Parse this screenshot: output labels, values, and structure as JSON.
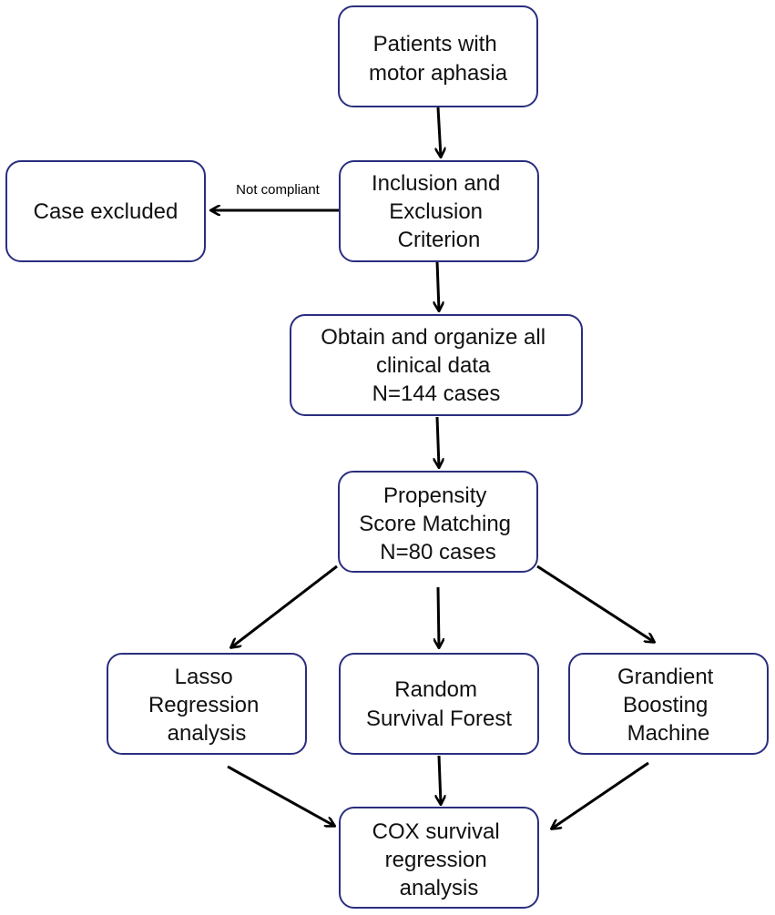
{
  "nodes": {
    "patients": {
      "lines": [
        "Patients with",
        "motor aphasia"
      ]
    },
    "criteria": {
      "lines": [
        "Inclusion and",
        "Exclusion",
        "Criterion"
      ]
    },
    "excluded": {
      "lines": [
        "Case excluded"
      ]
    },
    "clinical": {
      "lines": [
        "Obtain and organize all",
        "clinical data",
        "N=144 cases"
      ]
    },
    "psm": {
      "lines": [
        "Propensity",
        "Score Matching",
        "N=80 cases"
      ]
    },
    "lasso": {
      "lines": [
        "Lasso",
        "Regression",
        "analysis"
      ]
    },
    "rsf": {
      "lines": [
        "Random",
        "Survival Forest"
      ]
    },
    "gbm": {
      "lines": [
        "Grandient",
        "Boosting",
        "Machine"
      ]
    },
    "cox": {
      "lines": [
        "COX survival",
        "regression",
        "analysis"
      ]
    }
  },
  "edges": {
    "not_compliant_label": "Not compliant"
  },
  "colors": {
    "box_border": "#2a2e7e",
    "arrow": "#000000",
    "text": "#111111"
  }
}
